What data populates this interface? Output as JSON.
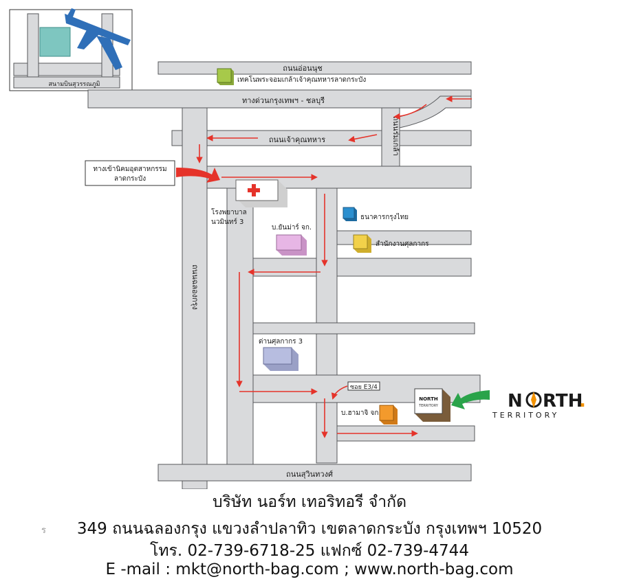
{
  "roads": {
    "top": "ถนนอ่อนนุช",
    "expressway": "ทางด่วนกรุงเทพฯ - ชลบุรี",
    "chao_khun": "ถนนเจ้าคุณทหาร",
    "rom_klao": "ถนนร่มเกล้า",
    "chalong_krung": "ถนนฉลองกรุง",
    "sukhumvit": "ถนนสุวินทวงศ์",
    "soi": "ซอย E3/4"
  },
  "places": {
    "airport": "สนามบินสุวรรณภูมิ",
    "college": "เทคโนพระจอมเกล้าเจ้าคุณทหารลาดกระบัง",
    "estate_line1": "ทางเข้านิคมอุตสาหกรรม",
    "estate_line2": "ลาดกระบัง",
    "hospital_line1": "โรงพยาบาล",
    "hospital_line2": "นวมินทร์ 3",
    "yanmar": "บ.ยันม่าร์ จก.",
    "ktb": "ธนาคารกรุงไทย",
    "customs_office": "สำนักงานศุลกากร",
    "customs_checkpoint": "ด่านศุลกากร 3",
    "hamaji": "บ.ฮามาจิ จก.",
    "box_brand_1": "NORTH",
    "box_brand_2": "TERRITORY"
  },
  "logo": {
    "word_1": "N",
    "word_2": "RTH",
    "dot": ".",
    "tagline": "TERRITORY"
  },
  "footer": {
    "company": "บริษัท นอร์ท เทอริทอรี จำกัด",
    "mark": "ร",
    "address": "349 ถนนฉลองกรุง แขวงลำปลาทิว เขตลาดกระบัง กรุงเทพฯ 10520",
    "phone": "โทร. 02-739-6718-25 แฟกซ์ 02-739-4744",
    "email": "E -mail : mkt@north-bag.com ; www.north-bag.com"
  },
  "colors": {
    "road": "#d9dadc",
    "road_edge": "#55575a",
    "arrow": "#e5332a",
    "green_arrow": "#2aa34a",
    "logo_orange": "#f39200",
    "college_box": "#a7c94a",
    "yanmar_box": "#e7b6e5",
    "ktb_box": "#2b8fcf",
    "customs_box": "#f2d14a",
    "checkpoint_box": "#b7bde0",
    "hamaji_box": "#f39a2c",
    "north_box": "#7a5c3a"
  }
}
